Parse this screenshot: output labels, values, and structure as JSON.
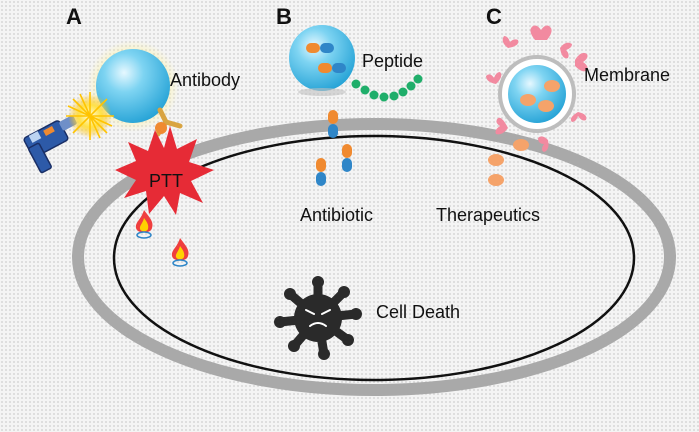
{
  "panels": {
    "a": "A",
    "b": "B",
    "c": "C"
  },
  "labels": {
    "antibody": "Antibody",
    "ptt": "PTT",
    "peptide": "Peptide",
    "antibiotic": "Antibiotic",
    "membrane": "Membrane",
    "therapeutics": "Therapeutics",
    "cell_death": "Cell Death"
  },
  "colors": {
    "nanoparticle": "#3fb8e0",
    "cell_wall": "#a9a9a9",
    "ptt_burst": "#e62b36",
    "capsule_orange": "#f08a30",
    "capsule_blue": "#2f86c8",
    "peptide_chain": "#1fae6a",
    "membrane_petal": "#f28aa0",
    "therapeutic_dot": "#f5a36a",
    "laser_glow": "#ffd200",
    "dead_cell": "#2a2a2a"
  },
  "icons": [
    "laser-device-icon",
    "flame-icon",
    "antibody-icon",
    "dead-bacterium-icon"
  ]
}
